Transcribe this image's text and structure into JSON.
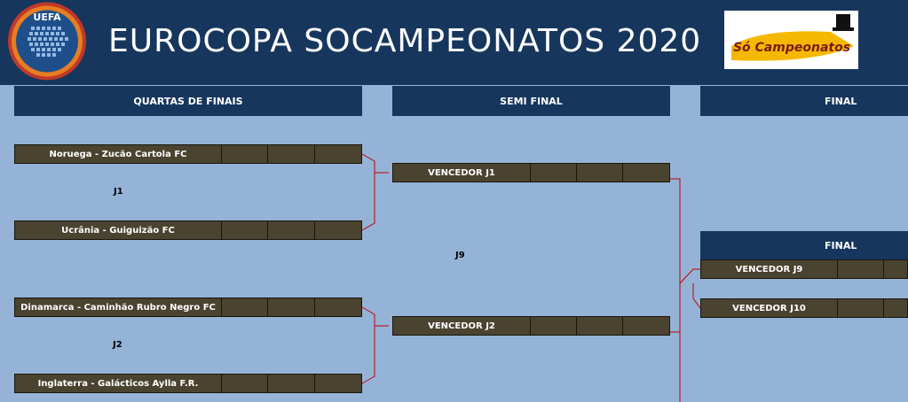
{
  "header": {
    "title": "EUROCOPA SOCAMPEONATOS 2020",
    "uefa_logo_text": "UEFA",
    "sponsor_logo_text": "Só Campeonatos"
  },
  "columns": {
    "quarters": "QUARTAS DE FINAIS",
    "semi": "SEMI FINAL",
    "final": "FINAL",
    "final_box": "FINAL"
  },
  "quarters": [
    {
      "team": "Noruega - Zucão Cartola FC"
    },
    {
      "team": "Ucrânia - Guiguizão FC"
    },
    {
      "team": "Dinamarca - Caminhão Rubro Negro FC"
    },
    {
      "team": "Inglaterra - Galácticos Aylla F.R."
    }
  ],
  "games": {
    "j1": "J1",
    "j2": "J2",
    "j9": "J9"
  },
  "semis": [
    {
      "team": "VENCEDOR J1"
    },
    {
      "team": "VENCEDOR J2"
    }
  ],
  "finals": [
    {
      "team": "VENCEDOR J9"
    },
    {
      "team": "VENCEDOR J10"
    }
  ],
  "colors": {
    "header_bg": "#17365d",
    "page_bg": "#95b3d7",
    "row_bg": "#4a4330",
    "connector": "#c00000"
  }
}
